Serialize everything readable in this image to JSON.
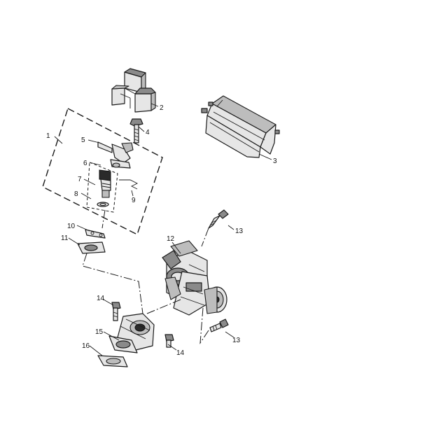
{
  "callouts": [
    {
      "id": "c1",
      "text": "1"
    },
    {
      "id": "c2",
      "text": "2"
    },
    {
      "id": "c3",
      "text": "3"
    },
    {
      "id": "c4",
      "text": "4"
    },
    {
      "id": "c5",
      "text": "5"
    },
    {
      "id": "c6",
      "text": "6"
    },
    {
      "id": "c7",
      "text": "7"
    },
    {
      "id": "c8",
      "text": "8"
    },
    {
      "id": "c9",
      "text": "9"
    },
    {
      "id": "c10",
      "text": "10"
    },
    {
      "id": "c11",
      "text": "11"
    },
    {
      "id": "c12",
      "text": "12"
    },
    {
      "id": "c13a",
      "text": "13"
    },
    {
      "id": "c13b",
      "text": "13"
    },
    {
      "id": "c14a",
      "text": "14"
    },
    {
      "id": "c14b",
      "text": "14"
    },
    {
      "id": "c15",
      "text": "15"
    },
    {
      "id": "c16",
      "text": "16"
    }
  ]
}
